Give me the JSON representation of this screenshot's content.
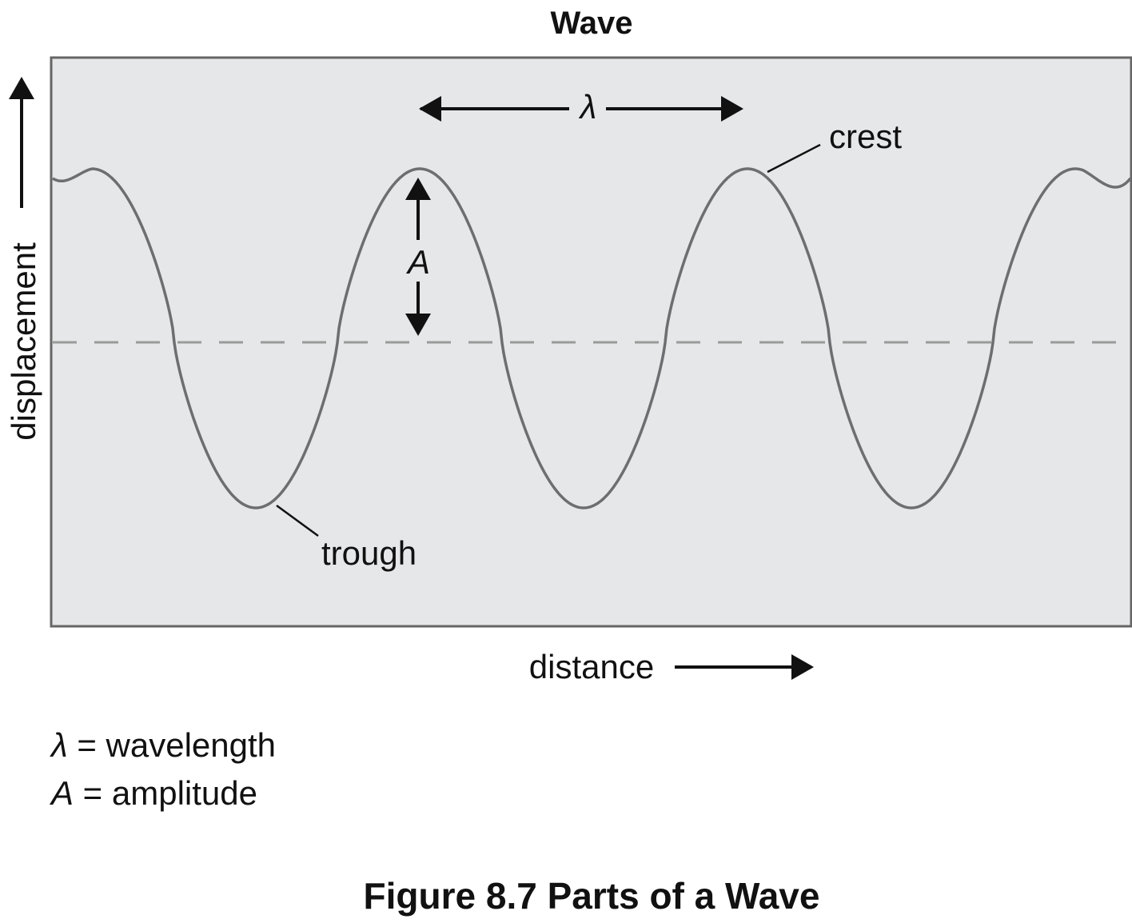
{
  "title": "Wave",
  "axes": {
    "y_label": "displacement",
    "x_label": "distance"
  },
  "annotations": {
    "wavelength_symbol": "λ",
    "amplitude_symbol": "A",
    "crest": "crest",
    "trough": "trough"
  },
  "legend": [
    {
      "symbol": "λ",
      "text": " = wavelength"
    },
    {
      "symbol": "A",
      "text": " = amplitude"
    }
  ],
  "caption": "Figure 8.7 Parts of a Wave",
  "colors": {
    "panel": "#e6e7e8",
    "frame": "#666666",
    "wave": "#6d6e71",
    "midline": "#9a9a9a",
    "ink": "#111111"
  }
}
